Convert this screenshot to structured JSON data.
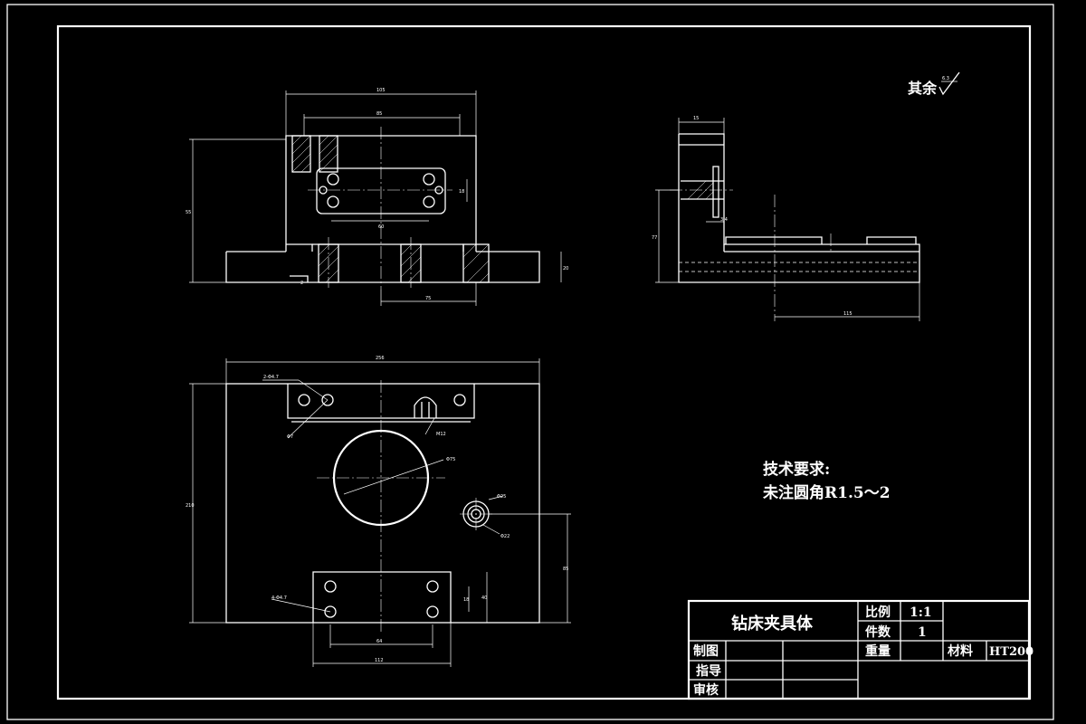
{
  "roughness": {
    "label": "其余",
    "value": "6.3"
  },
  "tech_requirements": {
    "title": "技术要求:",
    "line1": "未注圆角R1.5～2"
  },
  "title_block": {
    "part_name": "钻床夹具体",
    "scale_label": "比例",
    "scale_value": "1:1",
    "qty_label": "件数",
    "qty_value": "1",
    "weight_label": "重量",
    "material_label": "材料",
    "material_value": "HT200",
    "drawn_label": "制图",
    "guide_label": "指导",
    "review_label": "审核"
  },
  "dimensions": {
    "front_top_outer": "105",
    "front_top_inner": "85",
    "front_height": "55",
    "front_hole_v": "18",
    "front_hole_h": "60",
    "front_base_h": "20",
    "front_small": "2",
    "front_bottom": "75",
    "side_top": "15",
    "side_height": "77",
    "side_small": "3.4",
    "side_bottom": "115",
    "plan_top": "256",
    "plan_left": "210",
    "plan_hole_label": "2-Φ4.7",
    "plan_phi7": "Φ7",
    "plan_m12": "M12",
    "plan_phi75": "Φ75",
    "plan_phi25": "Φ25",
    "plan_phi22": "Φ22",
    "plan_right": "85",
    "plan_4holes": "4-Φ4.7",
    "plan_inner_v": "18",
    "plan_inner_v2": "40",
    "plan_64": "64",
    "plan_112": "112"
  }
}
